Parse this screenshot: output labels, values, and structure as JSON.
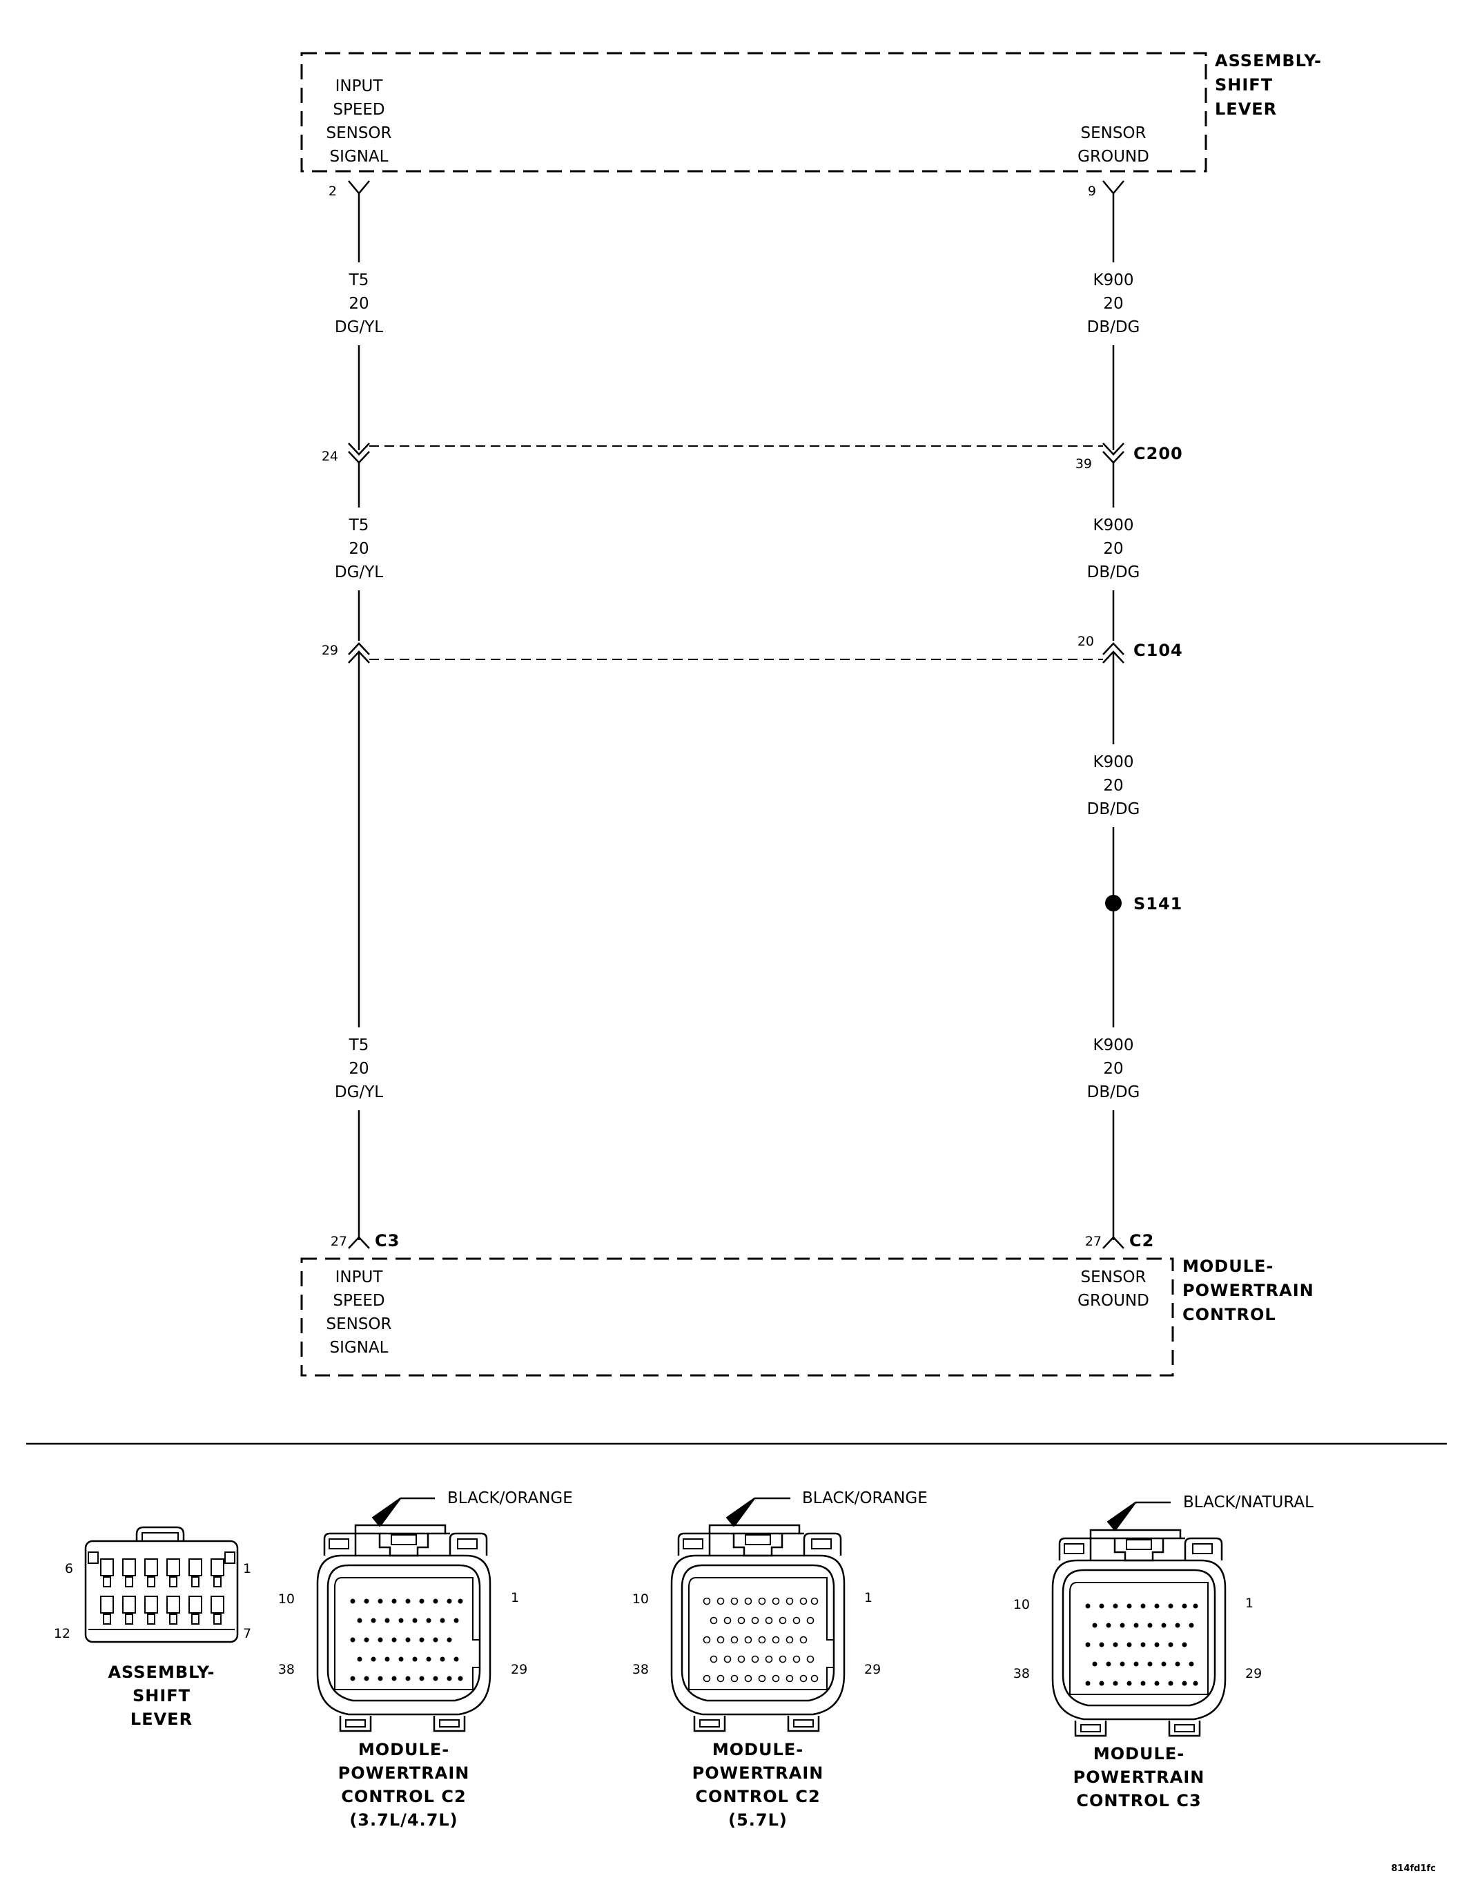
{
  "components": {
    "shift_lever": {
      "lines": [
        "ASSEMBLY-",
        "SHIFT",
        "LEVER"
      ]
    },
    "pcm": {
      "lines": [
        "MODULE-",
        "POWERTRAIN",
        "CONTROL"
      ]
    }
  },
  "terminals": {
    "top_left_label": [
      "INPUT",
      "SPEED",
      "SENSOR",
      "SIGNAL"
    ],
    "top_right_label": [
      "SENSOR",
      "GROUND"
    ],
    "bottom_left_label": [
      "INPUT",
      "SPEED",
      "SENSOR",
      "SIGNAL"
    ],
    "bottom_right_label": [
      "SENSOR",
      "GROUND"
    ]
  },
  "pins": {
    "top_left": "2",
    "top_right": "9",
    "c200_left": "24",
    "c200_right": "39",
    "c104_left": "29",
    "c104_right": "20",
    "bottom_left": "27",
    "bottom_right": "27"
  },
  "connectors": {
    "c200": "C200",
    "c104": "C104",
    "c3": "C3",
    "c2": "C2",
    "splice": "S141"
  },
  "wires": {
    "left_1": [
      "T5",
      "20",
      "DG/YL"
    ],
    "left_2": [
      "T5",
      "20",
      "DG/YL"
    ],
    "left_3": [
      "T5",
      "20",
      "DG/YL"
    ],
    "right_1": [
      "K900",
      "20",
      "DB/DG"
    ],
    "right_2": [
      "K900",
      "20",
      "DB/DG"
    ],
    "right_3": [
      "K900",
      "20",
      "DB/DG"
    ],
    "right_4": [
      "K900",
      "20",
      "DB/DG"
    ]
  },
  "connector_views": {
    "shift_lever": {
      "pin_tl": "6",
      "pin_tr": "1",
      "pin_bl": "12",
      "pin_br": "7",
      "caption": [
        "ASSEMBLY-",
        "SHIFT",
        "LEVER"
      ]
    },
    "pcm_c2_37": {
      "color": "BLACK/ORANGE",
      "pin_tl": "10",
      "pin_tr": "1",
      "pin_bl": "38",
      "pin_br": "29",
      "caption": [
        "MODULE-",
        "POWERTRAIN",
        "CONTROL C2",
        "(3.7L/4.7L)"
      ]
    },
    "pcm_c2_57": {
      "color": "BLACK/ORANGE",
      "pin_tl": "10",
      "pin_tr": "1",
      "pin_bl": "38",
      "pin_br": "29",
      "caption": [
        "MODULE-",
        "POWERTRAIN",
        "CONTROL C2",
        "(5.7L)"
      ]
    },
    "pcm_c3": {
      "color": "BLACK/NATURAL",
      "pin_tl": "10",
      "pin_tr": "1",
      "pin_bl": "38",
      "pin_br": "29",
      "caption": [
        "MODULE-",
        "POWERTRAIN",
        "CONTROL C3"
      ]
    }
  },
  "figure_id": "814fd1fc"
}
